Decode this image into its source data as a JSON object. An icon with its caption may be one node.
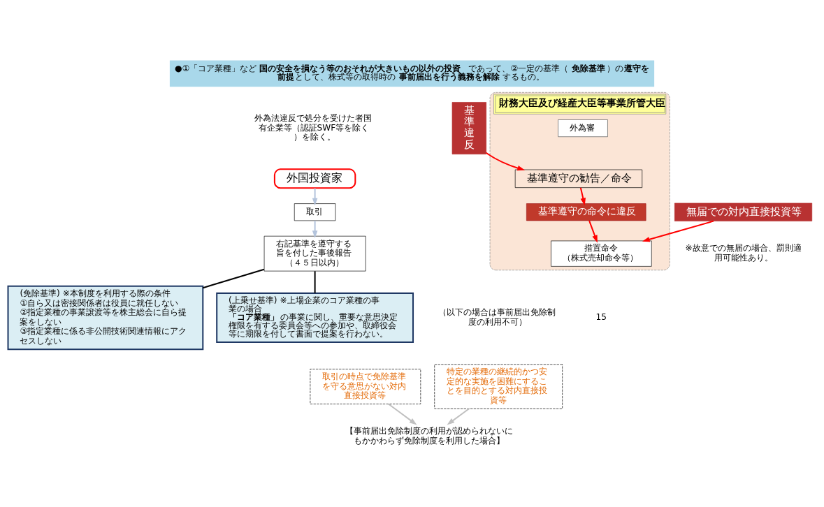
{
  "diagram": {
    "title": "●①「コア業種」など**国の安全を損なう等のおそれが大きいもの以外の投資**であって、②一定の基準（**免除基準**）の**遵守を前提**として、株式等の取得時の**事前届出を行う義務を解除**するもの。",
    "nodes": [
      {
        "text": [
          "外国投資家"
        ]
      },
      {
        "text": [
          "取引"
        ]
      },
      {
        "text": [
          "右記基準を遵守する旨を付した事後報告（４５日以内）"
        ]
      },
      {
        "text": [
          "(免除基準) ※本制度を利用する際の条件",
          "①自ら又は密接関係者は役員に就任しない",
          "②指定業種の事業譲渡等を株主総会に自ら提案をしない",
          "③指定業種に係る非公開技術関連情報にアクセスしない"
        ]
      },
      {
        "text": [
          "(上乗せ基準) ※上場企業のコア業種の事業の場合",
          "**「コア業種」**の事業に関し、重要な意思決定権限を有する委員会等への参加や、取締役会等に期限を付して書面で提案を行わない。"
        ]
      },
      {
        "text": [
          "基準違反"
        ]
      },
      {
        "text": [
          "財務大臣及び経産大臣等事業所管大臣"
        ]
      },
      {
        "text": [
          "基準遵守の勧告／命令"
        ],
        "in": 6
      },
      {
        "text": [
          "基準遵守の命令に違反"
        ],
        "in": 6
      },
      {
        "text": [
          "外為審"
        ],
        "in": 6
      },
      {
        "text": [
          "措置命令",
          "（株式売却命令等）"
        ],
        "in": 6
      },
      {
        "text": [
          "特定の業種の継続的かつ安定的な実施を困難にすることを目的とする対内直接投資等"
        ]
      },
      {
        "text": [
          "取引の時点で免除基準を守る意思がない対内直接投資等"
        ]
      },
      {
        "text": [
          "【事前届出免除制度の利用が認められないにもかかわらず免除制度を利用した場合】"
        ]
      },
      {
        "text": [
          "無届での対内直接投資等"
        ]
      }
    ],
    "edges": [
      {
        "from": 0,
        "to": 1,
        "arrow": "to",
        "color": "#b4c4dc"
      },
      {
        "from": 1,
        "to": 2,
        "arrow": "to",
        "color": "#b4c4dc"
      },
      {
        "from": 2,
        "to": 3,
        "arrow": "none",
        "color": "#000000"
      },
      {
        "from": 2,
        "to": 4,
        "arrow": "none",
        "color": "#000000"
      },
      {
        "from": 5,
        "to": 7,
        "arrow": "to",
        "color": "#ff0000"
      },
      {
        "from": 7,
        "to": 8,
        "arrow": "to",
        "color": "#ff0000"
      },
      {
        "from": 8,
        "to": 10,
        "arrow": "to",
        "color": "#ff0000"
      },
      {
        "from": 11,
        "to": 13,
        "arrow": "to",
        "color": "#c0c0c0"
      },
      {
        "from": 12,
        "to": 13,
        "arrow": "to",
        "color": "#c0c0c0"
      },
      {
        "from": 14,
        "to": 10,
        "arrow": "to",
        "color": "#ff0000"
      }
    ],
    "labels": [
      "外為法違反で処分を受けた者国有企業等（認証SWF等を除く）を除く。",
      "（以下の場合は事前届出免除制度の利用不可）",
      "※故意での無届の場合、罰則適用可能性あり。",
      "15"
    ]
  }
}
